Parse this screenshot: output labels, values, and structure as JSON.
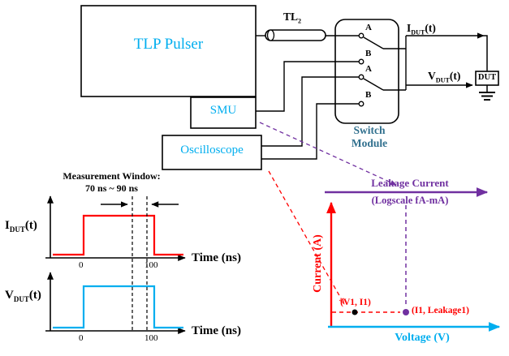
{
  "colors": {
    "black": "#000000",
    "cyan": "#00AEEF",
    "red": "#FF0000",
    "purple": "#7030A0",
    "teal": "#31708E",
    "white": "#FFFFFF"
  },
  "top": {
    "tlp_pulser": "TLP Pulser",
    "tl2": {
      "main": "TL",
      "sub": "2"
    },
    "switch_module": {
      "line1": "Switch",
      "line2": "Module"
    },
    "smu": "SMU",
    "oscilloscope": "Oscilloscope",
    "dut": "DUT",
    "switches": {
      "s1a": "A",
      "s1b": "B",
      "s2a": "A",
      "s2b": "B"
    },
    "i_dut": {
      "main": "I",
      "sub": "DUT",
      "tail": "(t)"
    },
    "v_dut": {
      "main": "V",
      "sub": "DUT",
      "tail": "(t)"
    }
  },
  "waveforms": {
    "window_title": "Measurement Window:",
    "window_range": "70 ns ~ 90 ns",
    "i_label": {
      "main": "I",
      "sub": "DUT",
      "tail": "(t)"
    },
    "v_label": {
      "main": "V",
      "sub": "DUT",
      "tail": "(t)"
    },
    "axis1": {
      "t0": "0",
      "t100": "100",
      "time": "Time (ns)"
    },
    "axis2": {
      "t0": "0",
      "t100": "100",
      "time": "Time (ns)"
    }
  },
  "iv_plot": {
    "leakage_title": "Leakage Current",
    "leakage_sub": "(Logscale fA-mA)",
    "current_axis": "Current (A)",
    "voltage_axis": "Voltage (V)",
    "point_vi": "(V1, I1)",
    "point_leak": "(I1, Leakage1)"
  }
}
